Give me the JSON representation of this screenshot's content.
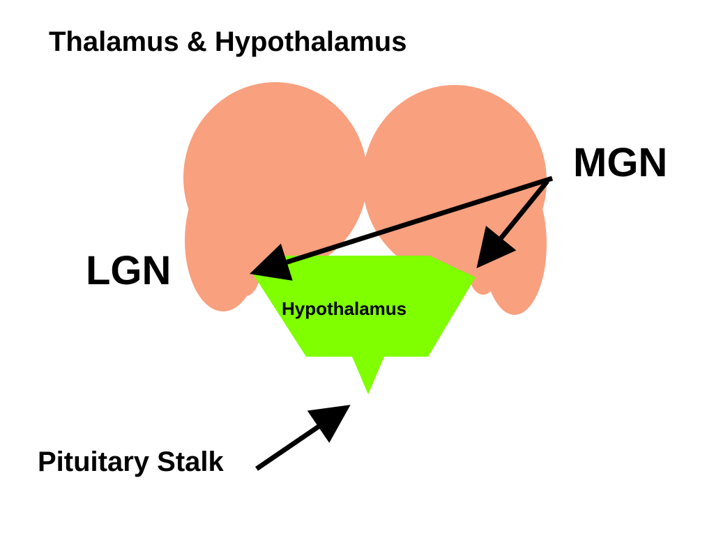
{
  "title": "Thalamus & Hypothalamus",
  "labels": {
    "mgn": "MGN",
    "lgn": "LGN",
    "pituitary_stalk": "Pituitary Stalk",
    "hypothalamus": "Hypothalamus"
  },
  "colors": {
    "thalamus": "#F9A07E",
    "hypothalamus": "#7FFF00",
    "arrows": "#000000",
    "background": "#FFFFFF"
  }
}
